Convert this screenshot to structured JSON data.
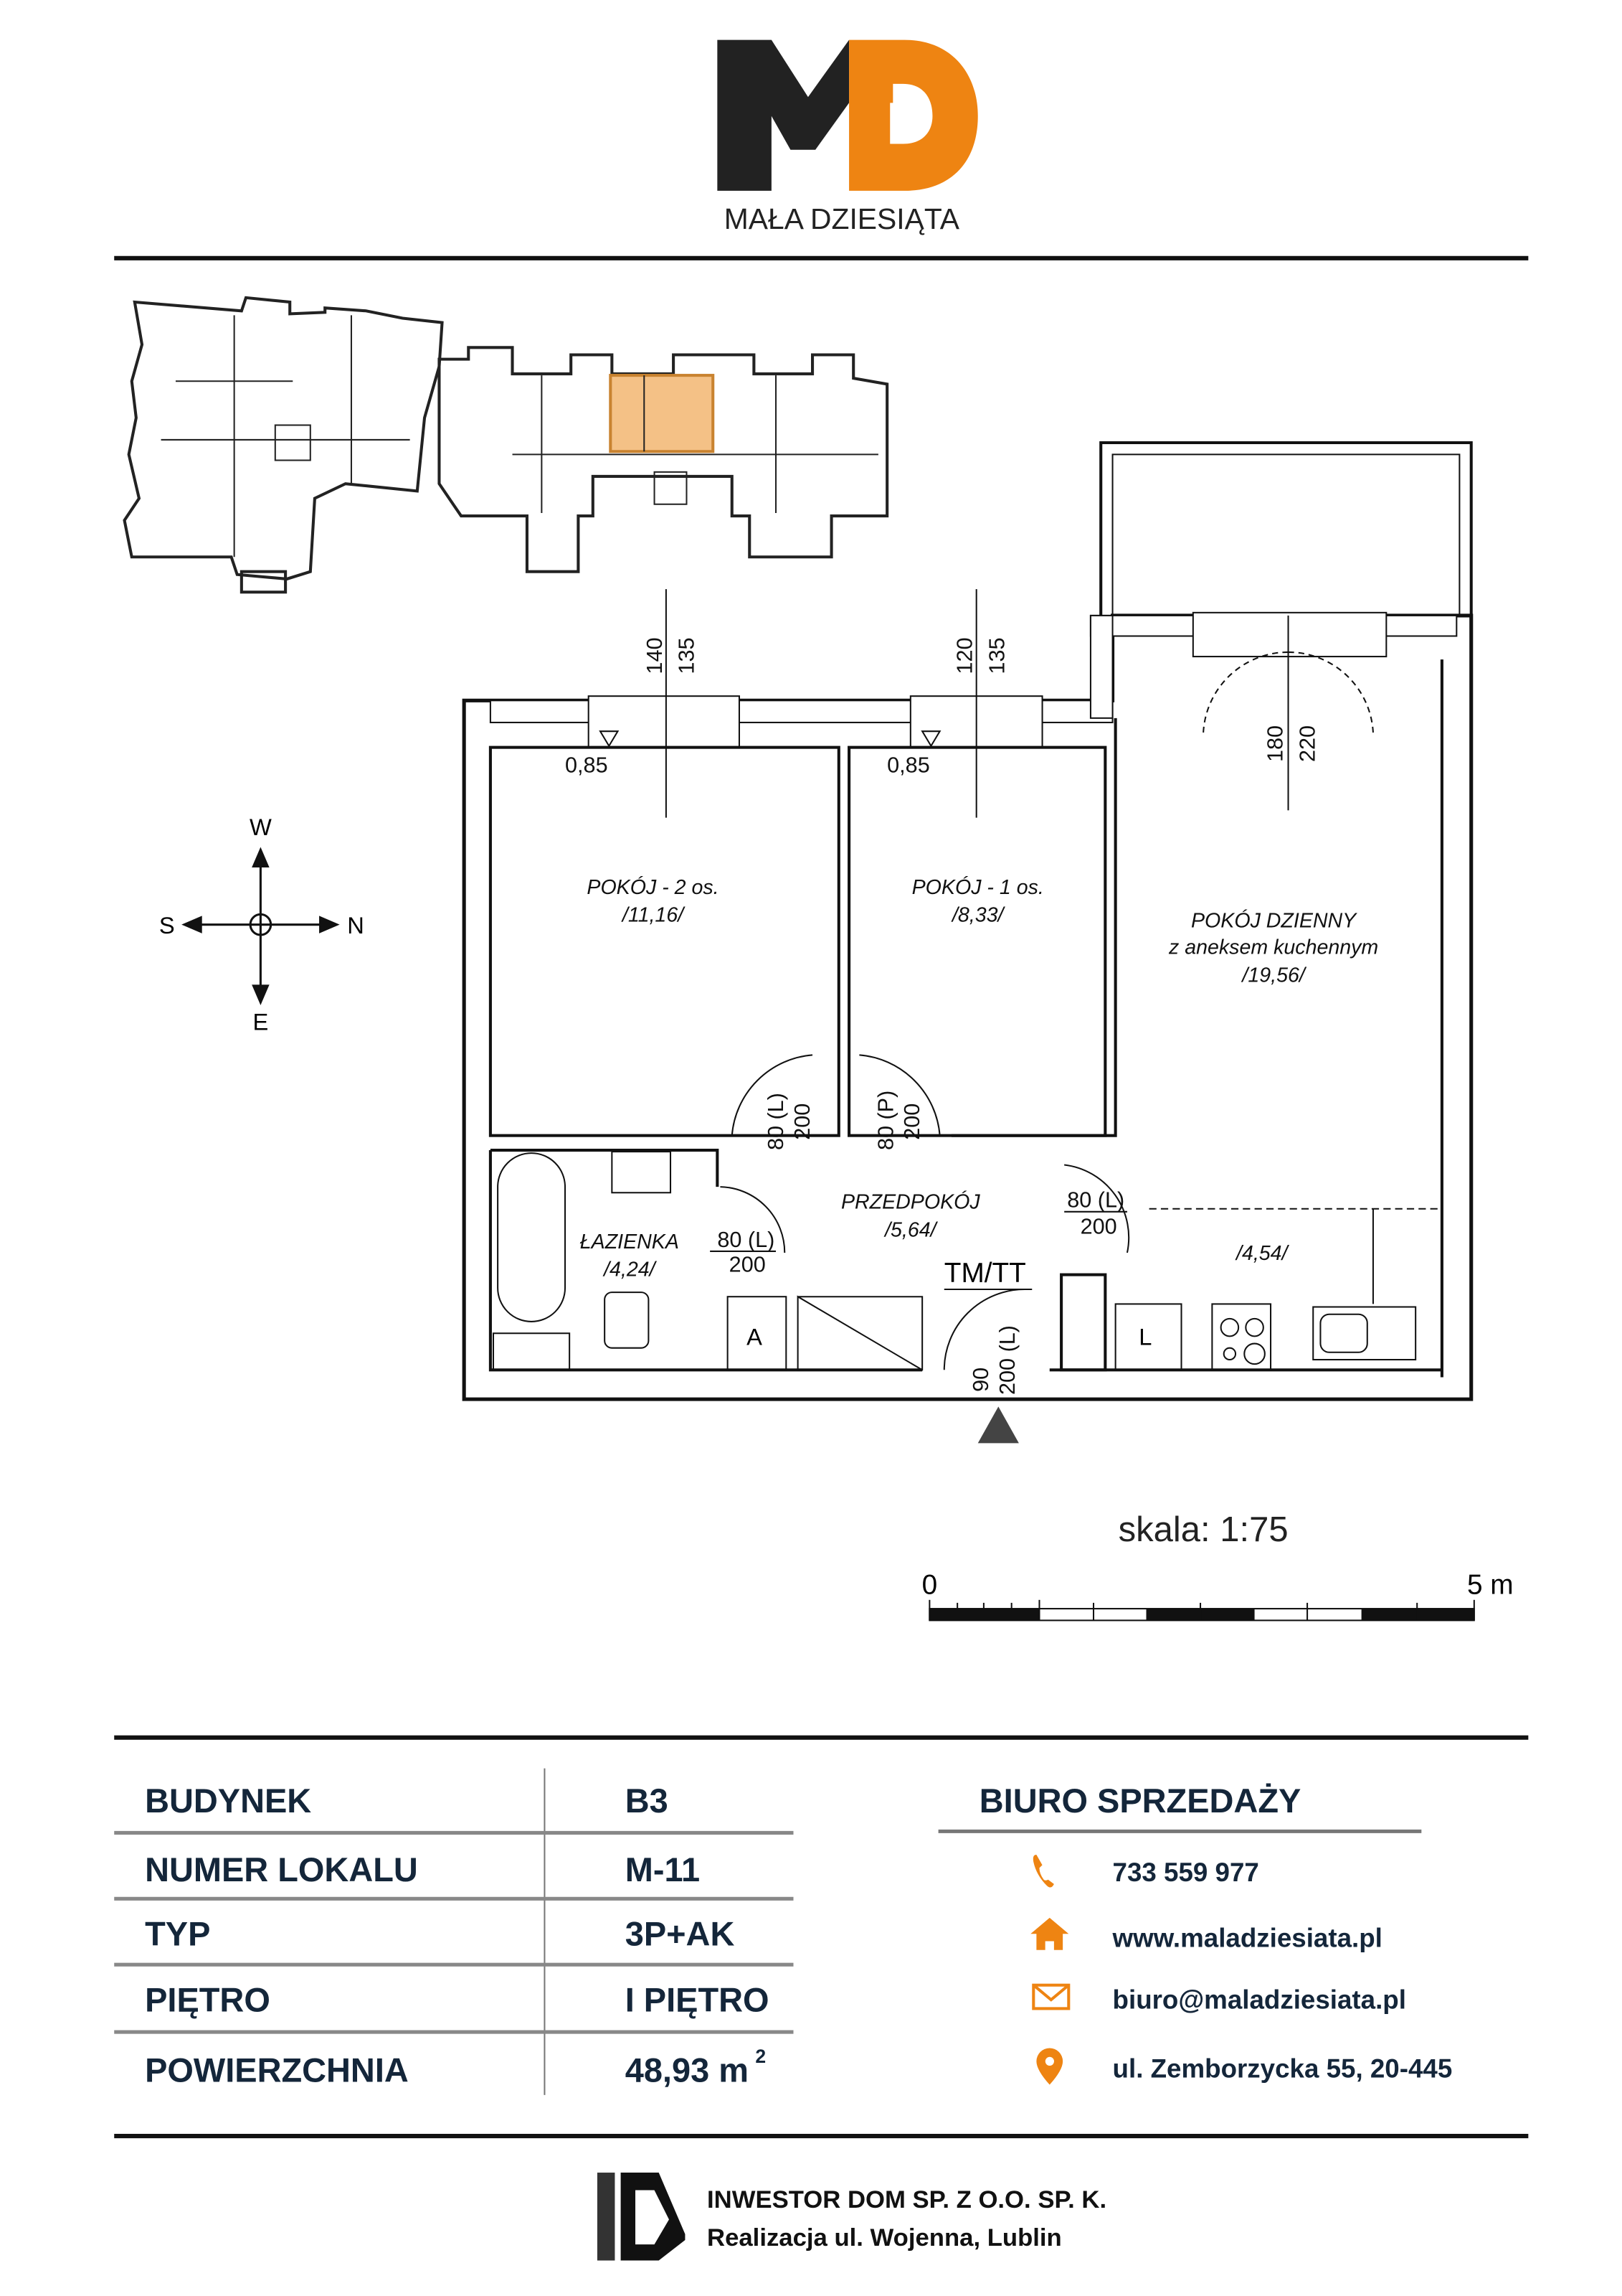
{
  "brand": {
    "logo_letters": "MD",
    "name": "MAŁA DZIESIĄTA",
    "accent": "#ee8412",
    "dark": "#222222"
  },
  "plan": {
    "rooms": [
      {
        "name": "POKÓJ - 2 os.",
        "area": "/11,16/"
      },
      {
        "name": "POKÓJ - 1 os.",
        "area": "/8,33/"
      },
      {
        "name": "POKÓJ DZIENNY",
        "sub": "z aneksem kuchennym",
        "area": "/19,56/"
      },
      {
        "name": "ŁAZIENKA",
        "area": "/4,24/"
      },
      {
        "name": "PRZEDPOKÓJ",
        "area": "/5,64/"
      },
      {
        "name": "",
        "area": "/4,54/"
      }
    ],
    "windows": [
      {
        "w": "140",
        "h": "135",
        "sill": "0,85"
      },
      {
        "w": "120",
        "h": "135",
        "sill": "0,85"
      },
      {
        "w": "180",
        "h": "220"
      }
    ],
    "doors": [
      {
        "w": "80 (L)",
        "h": "200"
      },
      {
        "w": "80 (P)",
        "h": "200"
      },
      {
        "w": "80 (L)",
        "h": "200"
      },
      {
        "w": "80 (L)",
        "h": "200"
      },
      {
        "w": "90",
        "h": "200 (L)"
      }
    ],
    "labels": {
      "tmtt": "TM/TT",
      "appliance_a": "A",
      "appliance_l": "L"
    },
    "compass": {
      "w": "W",
      "s": "S",
      "n": "N",
      "e": "E"
    },
    "scale": {
      "label": "skala: 1:75",
      "start": "0",
      "end": "5 m"
    }
  },
  "details": [
    {
      "label": "BUDYNEK",
      "value": "B3"
    },
    {
      "label": "NUMER LOKALU",
      "value": "M-11"
    },
    {
      "label": "TYP",
      "value": "3P+AK"
    },
    {
      "label": "PIĘTRO",
      "value": "I PIĘTRO"
    },
    {
      "label": "POWIERZCHNIA",
      "value": "48,93 m",
      "sup": "2"
    }
  ],
  "sales": {
    "title": "BIURO SPRZEDAŻY",
    "phone": "733 559 977",
    "website": "www.maladziesiata.pl",
    "email": "biuro@maladziesiata.pl",
    "address": "ul. Zemborzycka 55, 20-445"
  },
  "footer": {
    "company": "INWESTOR DOM SP. Z O.O. SP. K.",
    "project": "Realizacja ul. Wojenna, Lublin"
  }
}
